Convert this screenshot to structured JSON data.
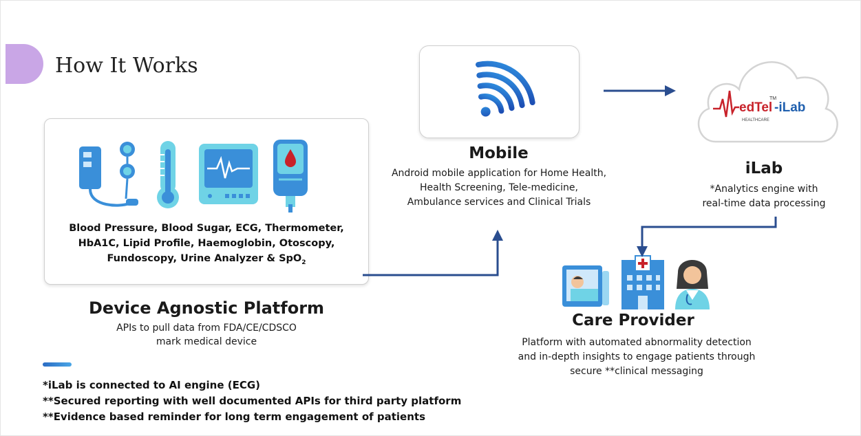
{
  "header": {
    "title": "How It Works"
  },
  "device": {
    "lines": [
      "Blood Pressure, Blood Sugar, ECG, Thermometer,",
      "HbA1C, Lipid Profile, Haemoglobin, Otoscopy,",
      "Fundoscopy, Urine Analyzer & SpO"
    ],
    "spo2_subscript": "2",
    "title": "Device Agnostic Platform",
    "subtitle": [
      "APIs to pull data from FDA/CE/CDSCO",
      "mark medical device"
    ]
  },
  "mobile": {
    "title": "Mobile",
    "description": [
      "Android mobile application for Home Health,",
      "Health Screening, Tele-medicine,",
      "Ambulance services and Clinical Trials"
    ]
  },
  "ilab": {
    "logo_med": "edTel",
    "logo_suffix": "-iLab",
    "logo_tm": "TM",
    "logo_sub": "HEALTHCARE",
    "title": "iLab",
    "description": [
      "*Analytics engine with",
      "real-time data processing"
    ]
  },
  "care": {
    "title": "Care Provider",
    "description": [
      "Platform with automated abnormality detection",
      "and in-depth insights to engage patients through",
      "secure **clinical messaging"
    ]
  },
  "notes": [
    "*iLab is connected to AI engine (ECG)",
    "**Secured reporting with well documented APIs for third party platform",
    "**Evidence based reminder for long term engagement of patients"
  ],
  "colors": {
    "accent_tab": "#c9a6e6",
    "arrow": "#2a4d8f",
    "icon_blue": "#3a8fd9",
    "icon_cyan": "#6fd3e6",
    "brand_red": "#c8222a",
    "brand_blue": "#1f5fae"
  }
}
